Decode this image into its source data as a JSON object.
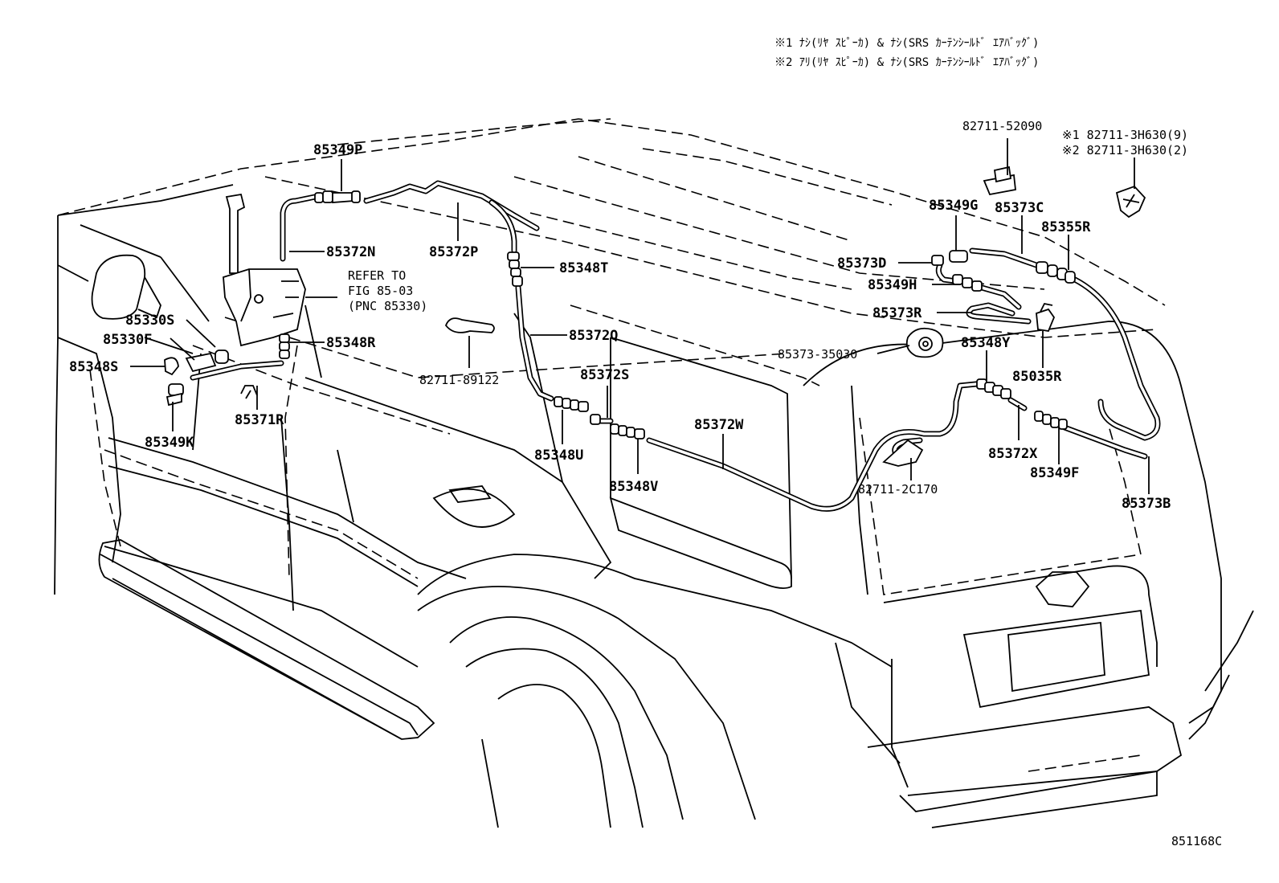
{
  "notes": {
    "note1": "※1 ﾅｼ(ﾘﾔ ｽﾋﾟｰｶ) & ﾅｼ(SRS ｶｰﾃﾝｼｰﾙﾄﾞ ｴｱﾊﾞｯｸﾞ)",
    "note2": "※2 ｱﾘ(ﾘﾔ ｽﾋﾟｰｶ) & ﾅｼ(SRS ｶｰﾃﾝｼｰﾙﾄﾞ ｴｱﾊﾞｯｸﾞ)"
  },
  "labels": {
    "p85349P": "85349P",
    "p85372N": "85372N",
    "p85372P": "85372P",
    "p85348T": "85348T",
    "refer1": "REFER TO",
    "refer2": "FIG 85-03",
    "refer3": "(PNC 85330)",
    "p85330S": "85330S",
    "p85330F": "85330F",
    "p85348R": "85348R",
    "p85348S": "85348S",
    "p85371R": "85371R",
    "p85349K": "85349K",
    "p82711_89122": "82711-89122",
    "p85372Q": "85372Q",
    "p85372S": "85372S",
    "p85372W": "85372W",
    "p85348U": "85348U",
    "p85348V": "85348V",
    "p82711_52090": "82711-52090",
    "p82711_3H630_9": "※1  82711-3H630(9)",
    "p82711_3H630_2": "※2  82711-3H630(2)",
    "p85349G": "85349G",
    "p85373C": "85373C",
    "p85355R": "85355R",
    "p85373D": "85373D",
    "p85349H": "85349H",
    "p85373R": "85373R",
    "p85373_35030": "85373-35030",
    "p85348Y": "85348Y",
    "p85035R": "85035R",
    "p85372X": "85372X",
    "p85349F": "85349F",
    "p82711_2C170": "82711-2C170",
    "p85373B": "85373B"
  },
  "figure_id": "851168C"
}
